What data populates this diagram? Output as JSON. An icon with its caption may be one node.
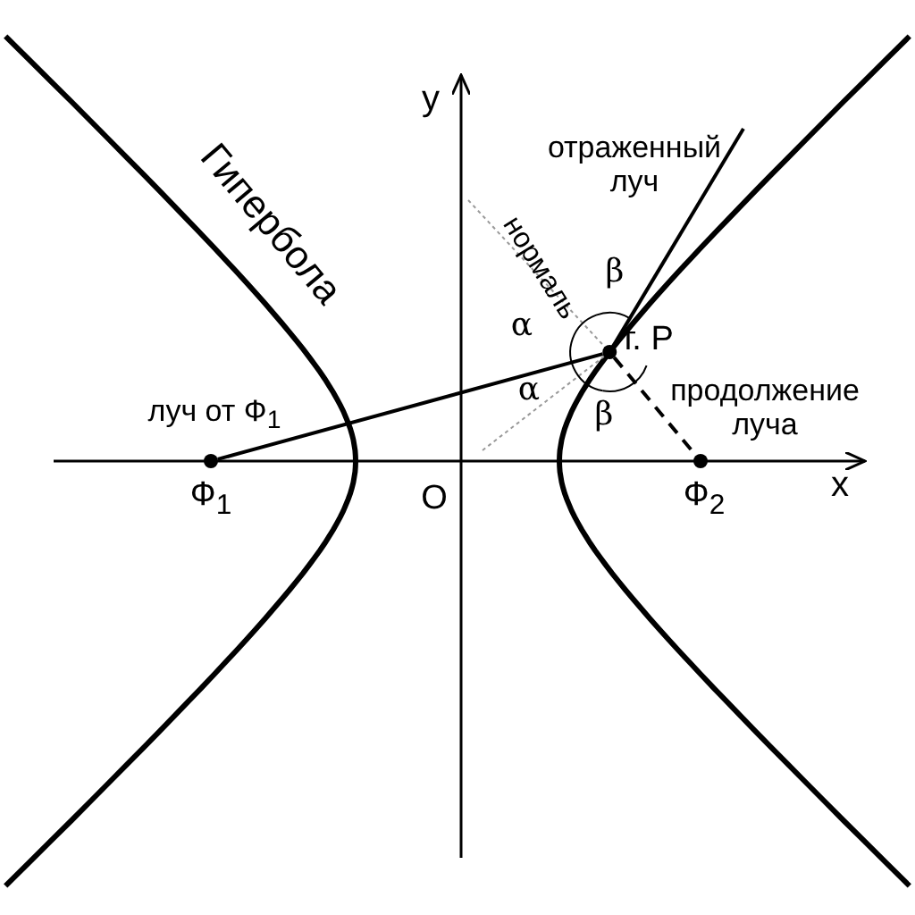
{
  "diagram": {
    "nodes": [
      {
        "text": [],
        "shape": "circle",
        "beside": [
          "Ф$_{1}$"
        ]
      },
      {
        "text": [],
        "shape": "circle",
        "beside": [
          "т. P"
        ]
      },
      {
        "text": [],
        "shape": "circle",
        "beside": [
          "Ф$_{2}$"
        ]
      }
    ],
    "edges": [
      {
        "from": 0,
        "to": 1,
        "arrow": "none",
        "label": "луч от Ф$_{1}$"
      },
      {
        "from": 1,
        "to": null,
        "arrow": "none",
        "label": "отраженный луч"
      },
      {
        "from": 1,
        "to": 2,
        "arrow": "none",
        "style": "dashed",
        "label": "продолжение луча"
      }
    ],
    "labels": [
      "y",
      "Гипербола",
      "нормаль",
      "β",
      "α",
      "α",
      "β",
      "O",
      "x"
    ]
  }
}
